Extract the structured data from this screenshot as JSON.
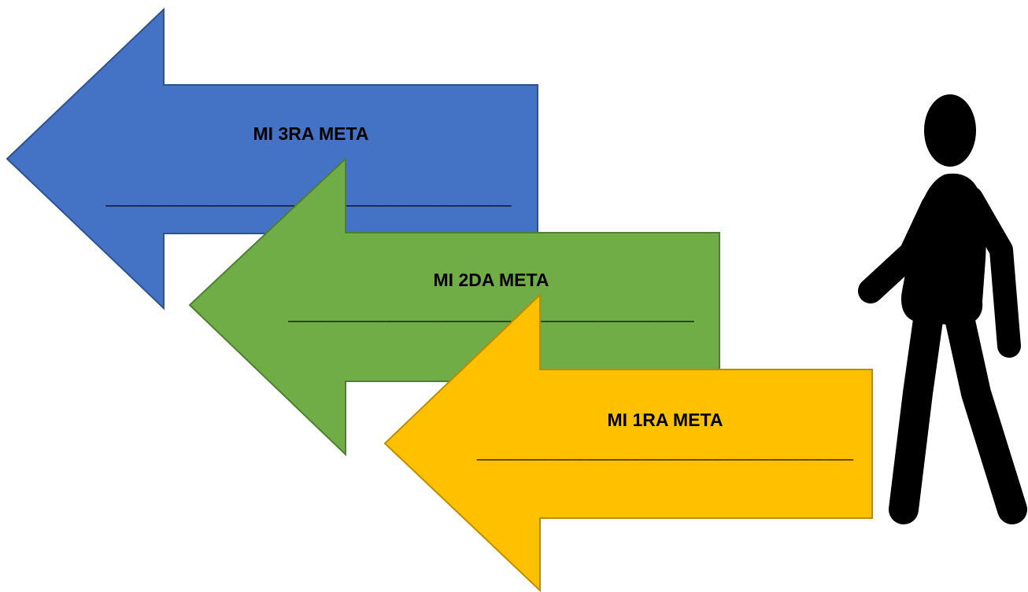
{
  "colors": {
    "third_arrow_fill": "#4472C4",
    "third_arrow_stroke": "#2F528F",
    "second_arrow_fill": "#70AD47",
    "second_arrow_stroke": "#507E32",
    "first_arrow_fill": "#FFC000",
    "first_arrow_stroke": "#BC8C00",
    "figure": "#000000",
    "background": "#FFFFFF"
  },
  "goals": {
    "third": {
      "label": "MI 3RA META",
      "blank": "____________________________________"
    },
    "second": {
      "label": "MI 2DA META",
      "blank": "____________________________________"
    },
    "first": {
      "label": "MI 1RA META",
      "blank": "_________________________________"
    }
  },
  "figure": {
    "icon": "walking-person-icon"
  }
}
